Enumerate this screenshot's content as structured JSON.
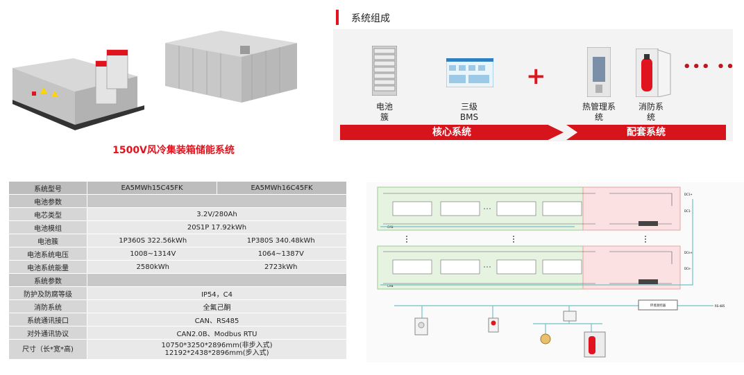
{
  "product": {
    "title": "1500V风冷集装箱储能系统"
  },
  "system_composition": {
    "heading": "系统组成",
    "components": [
      {
        "label_line1": "电池",
        "label_line2": "簇"
      },
      {
        "label_line1": "三级",
        "label_line2": "BMS"
      },
      {
        "label_line1": "热管理系",
        "label_line2": "统"
      },
      {
        "label_line1": "消防系",
        "label_line2": "统"
      }
    ],
    "plus": "+",
    "dots": "•••  ••",
    "core_label": "核心系统",
    "aux_label": "配套系统"
  },
  "spec_table": {
    "header": {
      "label": "系统型号",
      "model_a": "EA5MWh15C45FK",
      "model_b": "EA5MWh16C45FK"
    },
    "section_battery": "电池参数",
    "cell_type": {
      "label": "电芯类型",
      "value": "3.2V/280Ah"
    },
    "module": {
      "label": "电池模组",
      "value": "20S1P 17.92kWh"
    },
    "cluster": {
      "label": "电池簇",
      "a": "1P360S  322.56kWh",
      "b": "1P380S  340.48kWh"
    },
    "voltage": {
      "label": "电池系统电压",
      "a": "1008~1314V",
      "b": "1064~1387V"
    },
    "energy": {
      "label": "电池系统能量",
      "a": "2580kWh",
      "b": "2723kWh"
    },
    "section_system": "系统参数",
    "protection": {
      "label": "防护及防腐等级",
      "value": "IP54，C4"
    },
    "fire": {
      "label": "消防系统",
      "value": "全氟己酮"
    },
    "comm_interface": {
      "label": "系统通讯接口",
      "value": "CAN、RS485"
    },
    "comm_protocol": {
      "label": "对外通讯协议",
      "value": "CAN2.0B、Modbus RTU"
    },
    "size": {
      "label": "尺寸（长*宽*高)",
      "line1": "10750*3250*2896mm(非步入式)",
      "line2": "12192*2438*2896mm(步入式)"
    }
  },
  "diagram": {
    "dc_plus_1": "DC1+",
    "dc_minus_1": "DC1-",
    "dc_plus_n": "DCn+",
    "dc_minus_n": "DCn-",
    "bms_bus": "CAN",
    "env_controller": "环境测控器",
    "rs485": "RS-485",
    "colors": {
      "pack_zone": "#e6f3e1",
      "pcs_zone": "#fbe1e1",
      "bus_line": "#6fc0c8"
    }
  }
}
